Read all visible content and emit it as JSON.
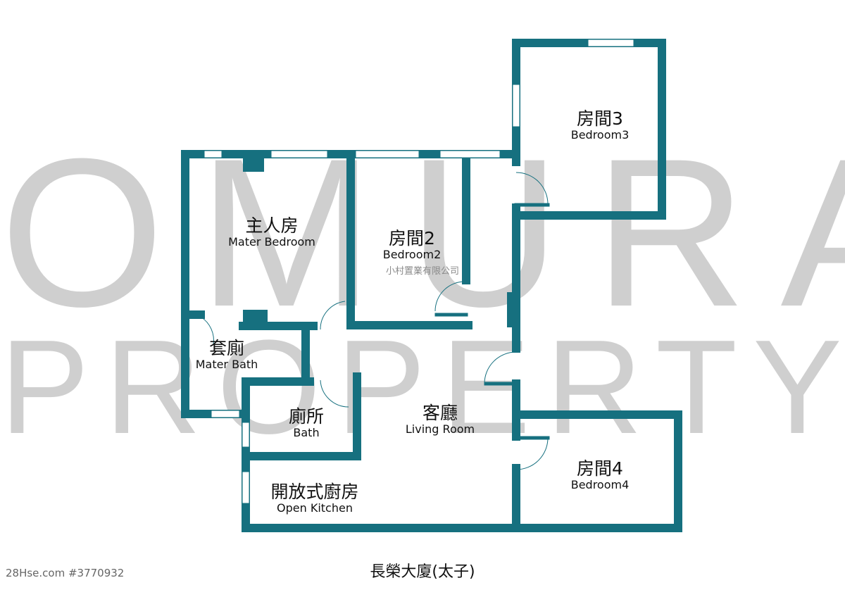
{
  "watermark": {
    "line1": "OMURA",
    "line2": "PROPERTY",
    "company": "小村置業有限公司"
  },
  "colors": {
    "wall": "#16707f",
    "watermark": "#cfcfcf"
  },
  "rooms": [
    {
      "zh": "主人房",
      "en": "Mater Bedroom"
    },
    {
      "zh": "房間2",
      "en": "Bedroom2"
    },
    {
      "zh": "房間3",
      "en": "Bedroom3"
    },
    {
      "zh": "套廁",
      "en": "Mater Bath"
    },
    {
      "zh": "廁所",
      "en": "Bath"
    },
    {
      "zh": "客廳",
      "en": "Living Room"
    },
    {
      "zh": "房間4",
      "en": "Bedroom4"
    },
    {
      "zh": "開放式廚房",
      "en": "Open Kitchen"
    }
  ],
  "title": "長榮大廈(太子)",
  "source": "28Hse.com #3770932"
}
